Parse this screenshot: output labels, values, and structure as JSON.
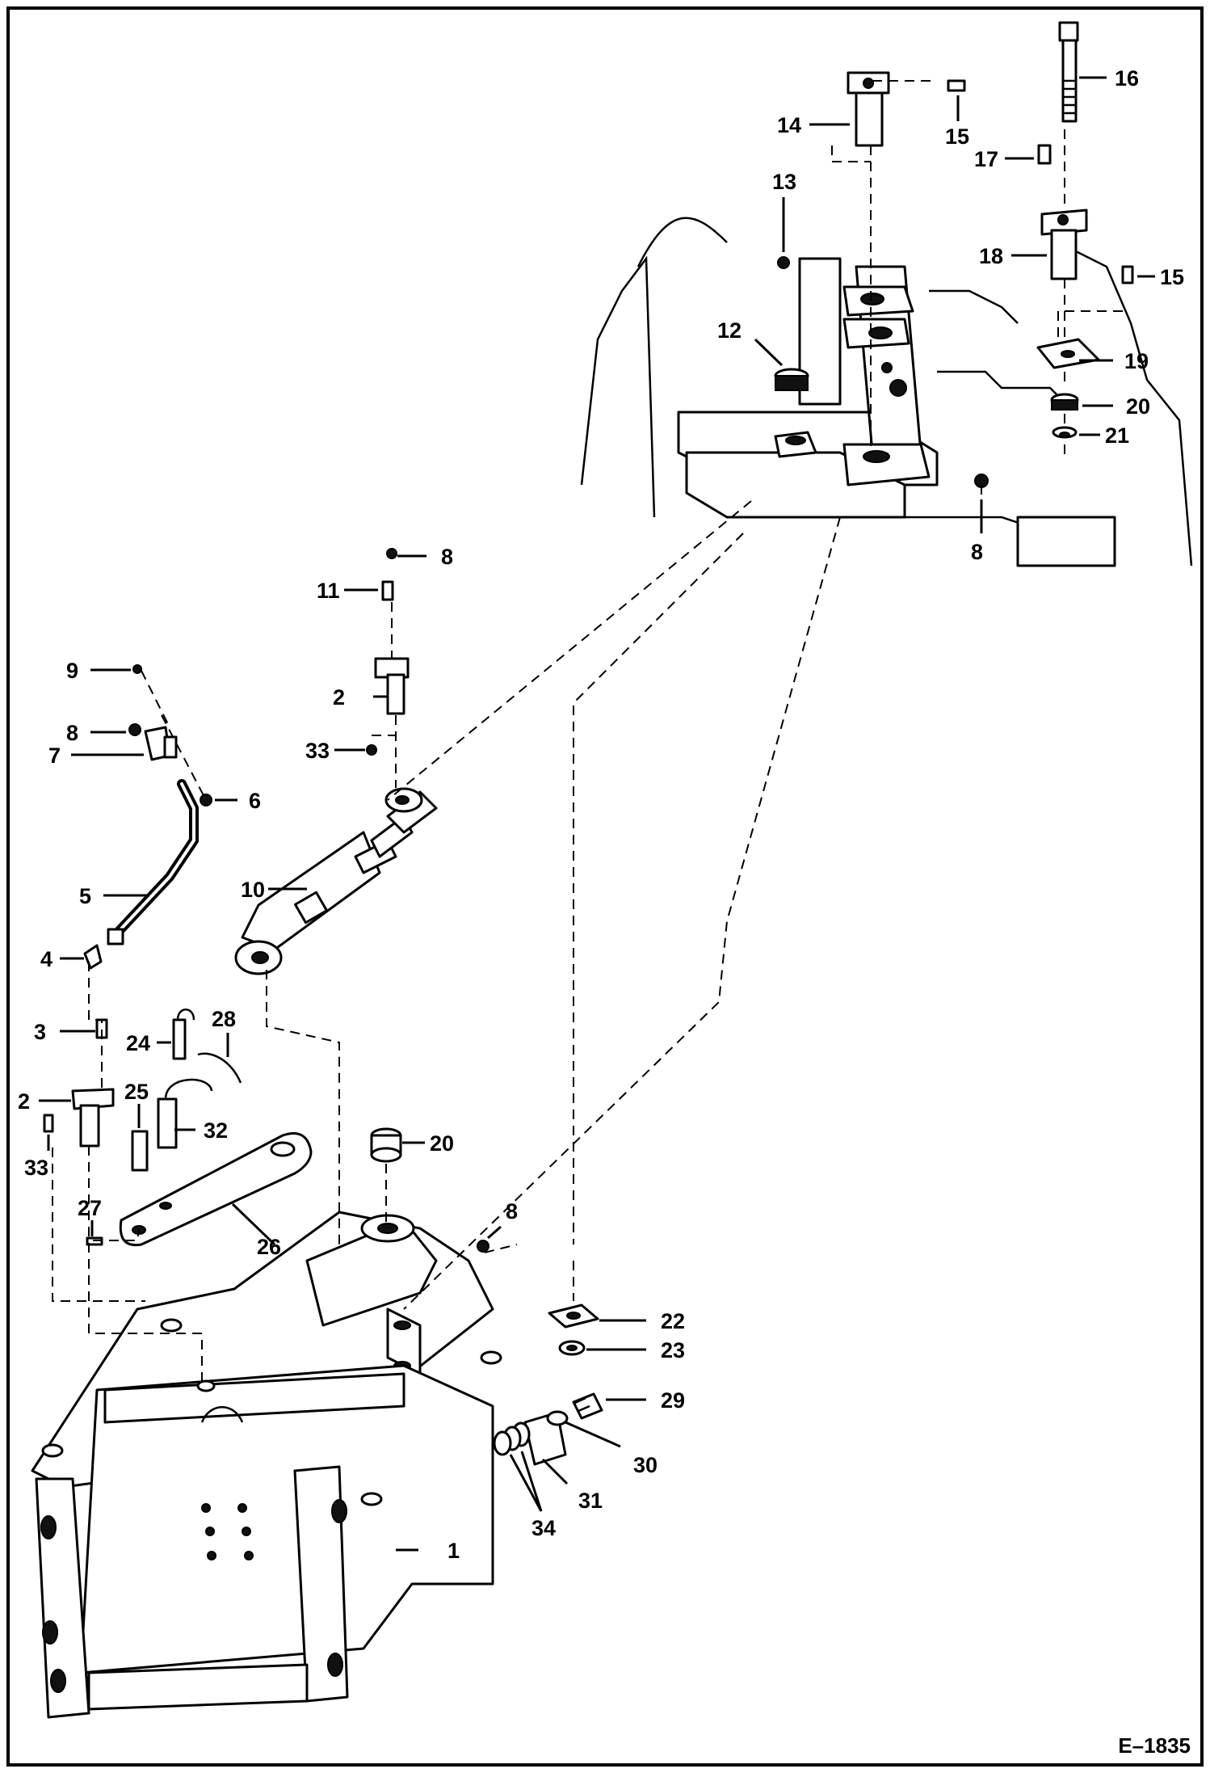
{
  "drawing_code": "E–1835",
  "callouts": [
    {
      "id": "c1",
      "label": "1"
    },
    {
      "id": "c2a",
      "label": "2"
    },
    {
      "id": "c2b",
      "label": "2"
    },
    {
      "id": "c3",
      "label": "3"
    },
    {
      "id": "c4",
      "label": "4"
    },
    {
      "id": "c5",
      "label": "5"
    },
    {
      "id": "c6",
      "label": "6"
    },
    {
      "id": "c7",
      "label": "7"
    },
    {
      "id": "c8a",
      "label": "8"
    },
    {
      "id": "c8b",
      "label": "8"
    },
    {
      "id": "c8c",
      "label": "8"
    },
    {
      "id": "c8d",
      "label": "8"
    },
    {
      "id": "c9",
      "label": "9"
    },
    {
      "id": "c10",
      "label": "10"
    },
    {
      "id": "c11",
      "label": "11"
    },
    {
      "id": "c12",
      "label": "12"
    },
    {
      "id": "c13",
      "label": "13"
    },
    {
      "id": "c14",
      "label": "14"
    },
    {
      "id": "c15a",
      "label": "15"
    },
    {
      "id": "c15b",
      "label": "15"
    },
    {
      "id": "c16",
      "label": "16"
    },
    {
      "id": "c17",
      "label": "17"
    },
    {
      "id": "c18",
      "label": "18"
    },
    {
      "id": "c19",
      "label": "19"
    },
    {
      "id": "c20a",
      "label": "20"
    },
    {
      "id": "c20b",
      "label": "20"
    },
    {
      "id": "c21",
      "label": "21"
    },
    {
      "id": "c22",
      "label": "22"
    },
    {
      "id": "c23",
      "label": "23"
    },
    {
      "id": "c24",
      "label": "24"
    },
    {
      "id": "c25",
      "label": "25"
    },
    {
      "id": "c26",
      "label": "26"
    },
    {
      "id": "c27",
      "label": "27"
    },
    {
      "id": "c28",
      "label": "28"
    },
    {
      "id": "c29",
      "label": "29"
    },
    {
      "id": "c30",
      "label": "30"
    },
    {
      "id": "c31",
      "label": "31"
    },
    {
      "id": "c32",
      "label": "32"
    },
    {
      "id": "c33a",
      "label": "33"
    },
    {
      "id": "c33b",
      "label": "33"
    },
    {
      "id": "c34",
      "label": "34"
    }
  ]
}
